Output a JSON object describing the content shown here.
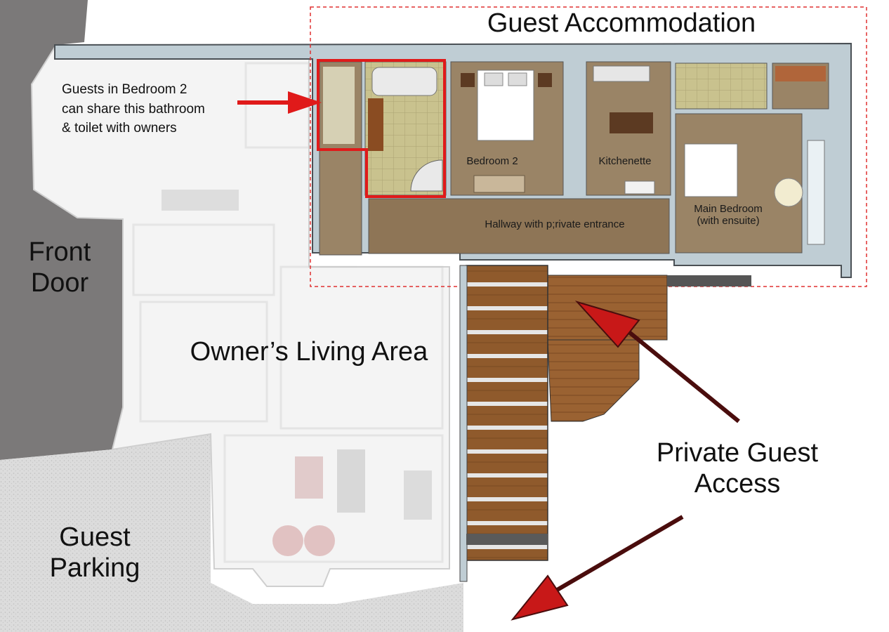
{
  "labels": {
    "guest_accommodation": "Guest Accommodation",
    "bathroom_note": "Guests in Bedroom 2\ncan share this bathroom\n& toilet with owners",
    "front_door": "Front\nDoor",
    "owners_living_area": "Owner’s Living Area",
    "guest_parking": "Guest\nParking",
    "private_guest_access": "Private Guest\nAccess"
  },
  "rooms": {
    "bedroom_2": "Bedroom 2",
    "kitchenette": "Kitchenette",
    "main_bedroom": "Main Bedroom\n(with ensuite)",
    "hallway": "Hallway with p;rivate entrance"
  },
  "colors": {
    "annotation_red": "#e01a1a",
    "guest_zone_dash": "#e03030",
    "wall_blue_grey": "#b8c8d0",
    "wood_floor": "#8c5a2e",
    "carpet": "#9a8466",
    "asphalt": "#7a7878",
    "gravel": "#d8d8d8"
  }
}
